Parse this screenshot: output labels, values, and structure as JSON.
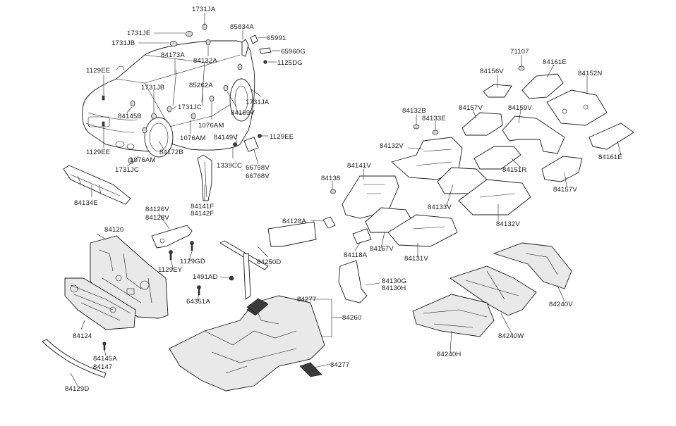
{
  "diagram": {
    "labels": [
      {
        "id": "l_1731ja_top",
        "text": "1731JA"
      },
      {
        "id": "l_1731je",
        "text": "1731JE"
      },
      {
        "id": "l_1731jb_a",
        "text": "1731JB"
      },
      {
        "id": "l_85834a",
        "text": "85834A"
      },
      {
        "id": "l_65991",
        "text": "65991"
      },
      {
        "id": "l_65960g",
        "text": "65960G"
      },
      {
        "id": "l_1125dg",
        "text": "1125DG"
      },
      {
        "id": "l_84173a",
        "text": "84173A"
      },
      {
        "id": "l_84132a",
        "text": "84132A"
      },
      {
        "id": "l_1129ee_a",
        "text": "1129EE"
      },
      {
        "id": "l_1731jb_b",
        "text": "1731JB"
      },
      {
        "id": "l_85262a",
        "text": "85262A"
      },
      {
        "id": "l_1731jc_a",
        "text": "1731JC"
      },
      {
        "id": "l_1731ja_b",
        "text": "1731JA"
      },
      {
        "id": "l_84145b",
        "text": "84145B"
      },
      {
        "id": "l_1076am_a",
        "text": "1076AM"
      },
      {
        "id": "l_84169v",
        "text": "84169V"
      },
      {
        "id": "l_1076am_b",
        "text": "1076AM"
      },
      {
        "id": "l_84149v",
        "text": "84149V"
      },
      {
        "id": "l_1129ee_b",
        "text": "1129EE"
      },
      {
        "id": "l_1129ee_c",
        "text": "1129EE"
      },
      {
        "id": "l_84172b",
        "text": "84172B"
      },
      {
        "id": "l_1076am_c",
        "text": "1076AM"
      },
      {
        "id": "l_1339cc",
        "text": "1339CC"
      },
      {
        "id": "l_66758v",
        "text": "66758V"
      },
      {
        "id": "l_66768v",
        "text": "66768V"
      },
      {
        "id": "l_1731jc_b",
        "text": "1731JC"
      },
      {
        "id": "l_84134e",
        "text": "84134E"
      },
      {
        "id": "l_84141f",
        "text": "84141F"
      },
      {
        "id": "l_84142f",
        "text": "84142F"
      },
      {
        "id": "l_71107",
        "text": "71107"
      },
      {
        "id": "l_84156v",
        "text": "84156V"
      },
      {
        "id": "l_84161e_a",
        "text": "84161E"
      },
      {
        "id": "l_84152n",
        "text": "84152N"
      },
      {
        "id": "l_84132b",
        "text": "84132B"
      },
      {
        "id": "l_84133e",
        "text": "84133E"
      },
      {
        "id": "l_84157v_a",
        "text": "84157V"
      },
      {
        "id": "l_84159v",
        "text": "84159V"
      },
      {
        "id": "l_84132v_a",
        "text": "84132V"
      },
      {
        "id": "l_84141v",
        "text": "84141V"
      },
      {
        "id": "l_84138",
        "text": "84138"
      },
      {
        "id": "l_84151r",
        "text": "84151R"
      },
      {
        "id": "l_84161e_b",
        "text": "84161E"
      },
      {
        "id": "l_84133v",
        "text": "84133V"
      },
      {
        "id": "l_84157v_b",
        "text": "84157V"
      },
      {
        "id": "l_84132v_b",
        "text": "84132V"
      },
      {
        "id": "l_84126v",
        "text": "84126V"
      },
      {
        "id": "l_84128v",
        "text": "84128V"
      },
      {
        "id": "l_84128a",
        "text": "84128A"
      },
      {
        "id": "l_84120",
        "text": "84120"
      },
      {
        "id": "l_1129gd",
        "text": "1129GD"
      },
      {
        "id": "l_1129ey",
        "text": "1129EY"
      },
      {
        "id": "l_84250d",
        "text": "84250D"
      },
      {
        "id": "l_84118a",
        "text": "84118A"
      },
      {
        "id": "l_84167v",
        "text": "84167V"
      },
      {
        "id": "l_84131v",
        "text": "84131V"
      },
      {
        "id": "l_1491ad",
        "text": "1491AD"
      },
      {
        "id": "l_64351a",
        "text": "64351A"
      },
      {
        "id": "l_84130g",
        "text": "84130G"
      },
      {
        "id": "l_84130h",
        "text": "84130H"
      },
      {
        "id": "l_84240v",
        "text": "84240V"
      },
      {
        "id": "l_84277_a",
        "text": "84277"
      },
      {
        "id": "l_84260",
        "text": "84260"
      },
      {
        "id": "l_84124",
        "text": "84124"
      },
      {
        "id": "l_84240w",
        "text": "84240W"
      },
      {
        "id": "l_84240h",
        "text": "84240H"
      },
      {
        "id": "l_84145a",
        "text": "84145A"
      },
      {
        "id": "l_84147",
        "text": "84147"
      },
      {
        "id": "l_84277_b",
        "text": "84277"
      },
      {
        "id": "l_84129d",
        "text": "84129D"
      }
    ]
  }
}
